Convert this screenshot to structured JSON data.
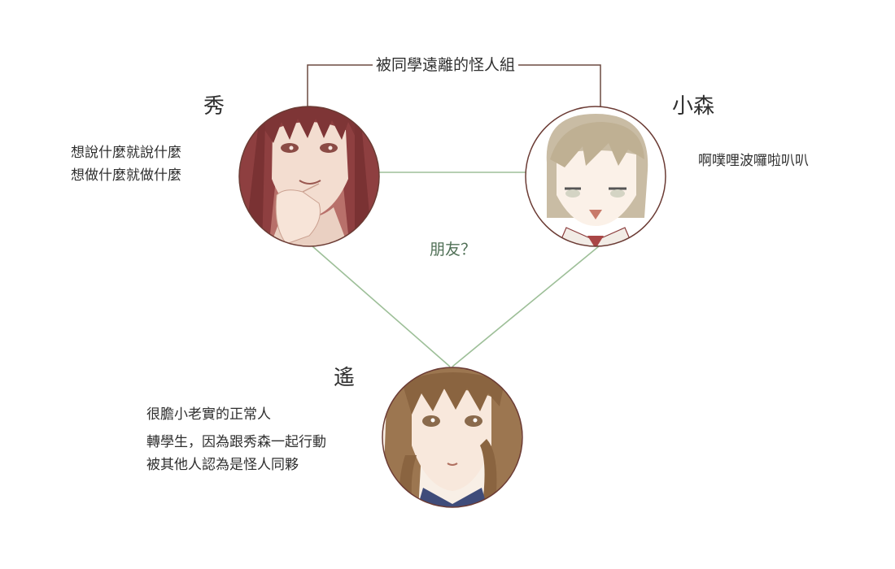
{
  "group_title": "被同學遠離的怪人組",
  "relation_label": "朋友？",
  "characters": {
    "shu": {
      "name": "秀",
      "lines": [
        "想說什麼就說什麼",
        "想做什麼就做什麼"
      ],
      "hair_color": "#8e3f40",
      "skin_color": "#f3ddd0",
      "ring_color": "#6b3b34"
    },
    "komori": {
      "name": "小森",
      "lines": [
        "啊噗哩波囉啦叭叭"
      ],
      "hair_color": "#c9bca4",
      "skin_color": "#fbf1e8",
      "ring_color": "#6b3b34"
    },
    "haruka": {
      "name": "遙",
      "lines": [
        "很膽小老實的正常人",
        "轉學生，因為跟秀森一起行動",
        "被其他人認為是怪人同夥"
      ],
      "hair_color": "#9c7650",
      "skin_color": "#f8e8dc",
      "ring_color": "#6b3b34"
    }
  },
  "colors": {
    "bracket_line": "#6b4a40",
    "relation_line": "#9dbf98",
    "text": "#2f2f2f"
  }
}
